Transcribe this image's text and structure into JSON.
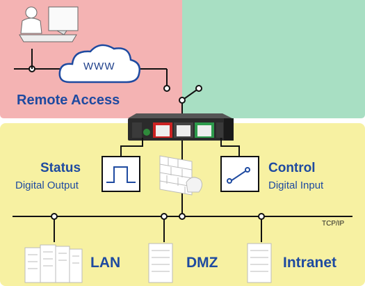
{
  "colors": {
    "remote_zone": "#f4b3b3",
    "control_zone": "#a8dfc3",
    "local_zone": "#f7f1a2",
    "label_blue": "#1e4aa0",
    "line": "#111111"
  },
  "remote": {
    "title": "Remote Access",
    "cloud_label": "WWW"
  },
  "status": {
    "title": "Status",
    "subtitle": "Digital Output"
  },
  "control": {
    "title": "Control",
    "subtitle": "Digital Input"
  },
  "network": {
    "bus_label": "TCP/IP",
    "nodes": [
      "LAN",
      "DMZ",
      "Intranet"
    ]
  },
  "icons": [
    "remote-user-icon",
    "cloud-icon",
    "switch-icon",
    "device-icon",
    "pulse-icon",
    "firewall-icon",
    "server-icon"
  ]
}
